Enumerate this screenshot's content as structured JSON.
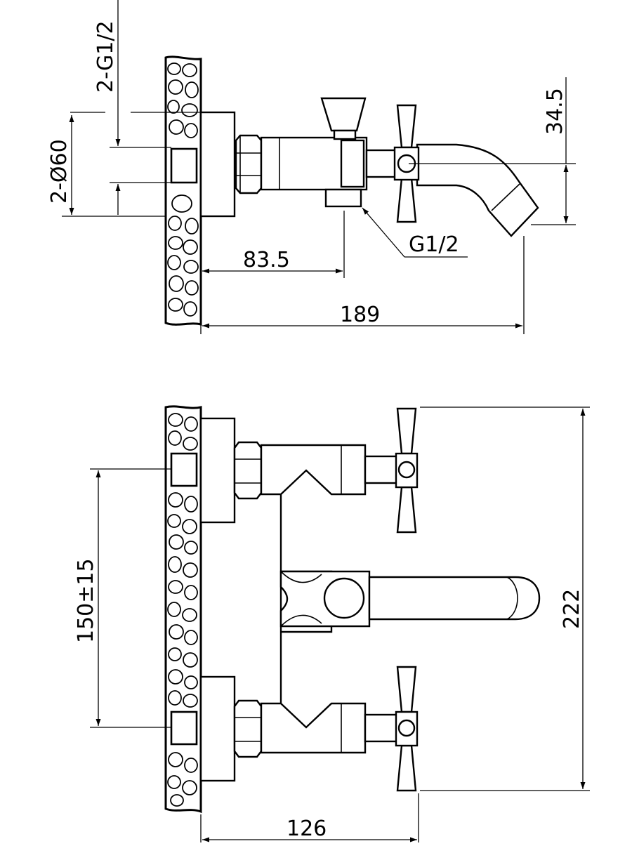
{
  "side_view": {
    "dim_thread_label": "2-G1/2",
    "dim_diameter_label": "2-Ø60",
    "dim_spout_label": "34.5",
    "dim_outlet_label": "83.5",
    "dim_depth_label": "189",
    "outlet_thread_label": "G1/2"
  },
  "front_view": {
    "dim_center_label": "150±15",
    "dim_height_label": "222",
    "dim_width_label": "126"
  }
}
